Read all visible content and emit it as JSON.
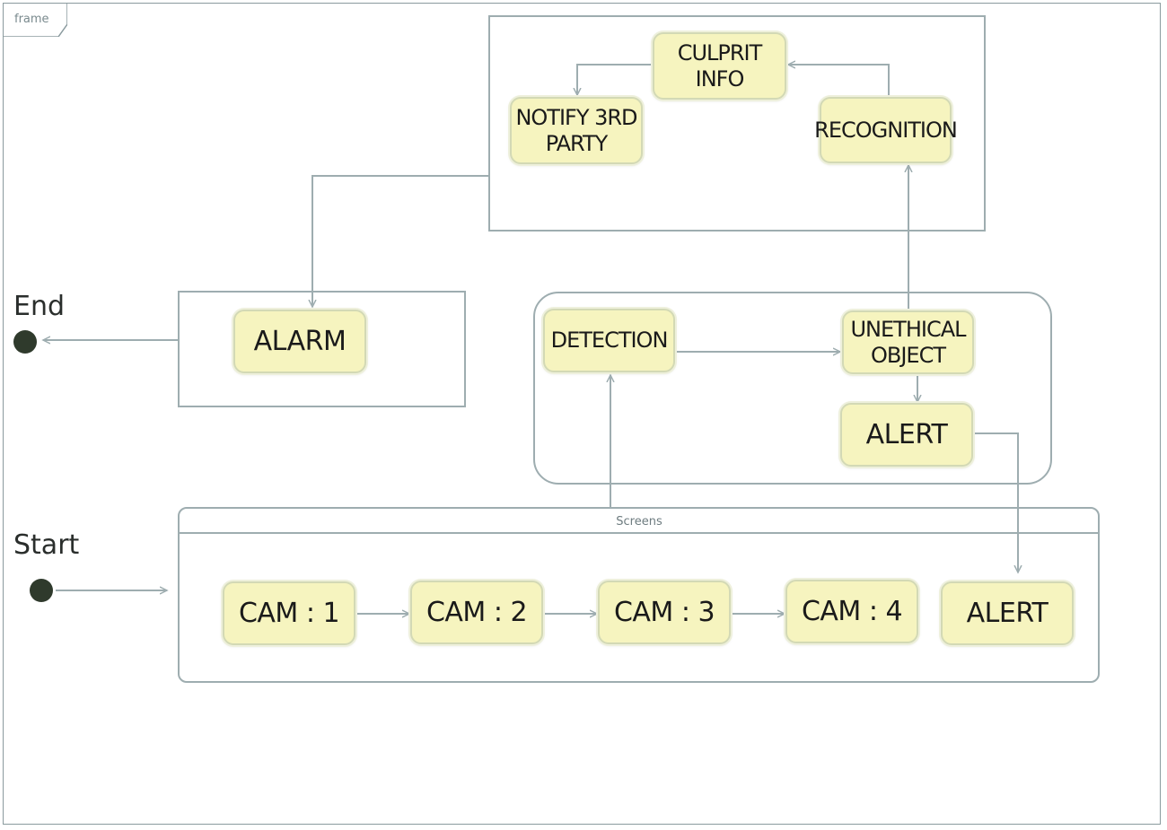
{
  "frame": {
    "label": "frame"
  },
  "pseudo_states": {
    "end_label": "End",
    "start_label": "Start"
  },
  "screens": {
    "title": "Screens"
  },
  "nodes": {
    "culprit_info": [
      "CULPRIT",
      "INFO"
    ],
    "notify_third_party": [
      "NOTIFY 3RD",
      "PARTY"
    ],
    "recognition": "RECOGNITION",
    "alarm": "ALARM",
    "detection": "DETECTION",
    "unethical_object": [
      "UNETHICAL",
      "OBJECT"
    ],
    "alert_detection": "ALERT",
    "cam1": "CAM : 1",
    "cam2": "CAM : 2",
    "cam3": "CAM : 3",
    "cam4": "CAM : 4",
    "alert_screens": "ALERT"
  },
  "colors": {
    "node_fill": "#f6f4bf",
    "node_border": "#d3d9b5",
    "edge": "#9eadb0",
    "pseudo_state": "#2f3a2c"
  }
}
